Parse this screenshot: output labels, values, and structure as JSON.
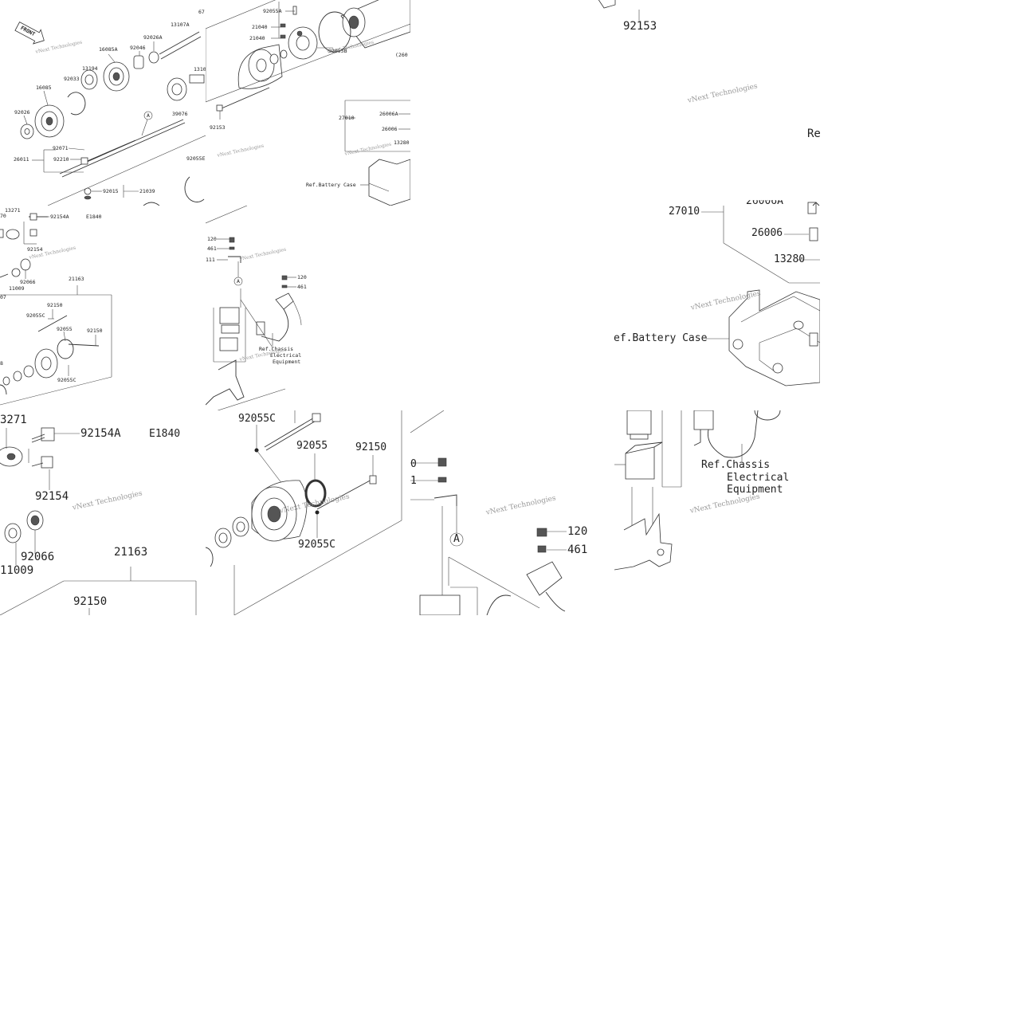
{
  "tiles": {
    "top_left": {
      "front_label": "FRONT",
      "callouts": [
        "13107A",
        "67",
        "92026A",
        "92046",
        "16085A",
        "13194",
        "92033",
        "16085",
        "92026",
        "92071",
        "92210",
        "26011",
        "39076",
        "1310",
        "92055E",
        "92015",
        "21039"
      ],
      "circle_a": "A",
      "watermark": "vNext Technologies"
    },
    "top_center": {
      "callouts": [
        "92055A",
        "21040",
        "21040",
        "92055B",
        "(260",
        "92153",
        "26006A",
        "27010",
        "26006",
        "13280",
        "Ref.Battery Case"
      ]
    },
    "top_right": {
      "callouts": [
        "92153",
        "Re",
        "27010",
        "26006A",
        "26006",
        "13280",
        "ef.Battery Case"
      ],
      "watermark": "vNext Technologies"
    },
    "mid_left": {
      "callouts": [
        "70",
        "13271",
        "92154A",
        "E1840",
        "92154",
        "92066",
        "11009",
        "07",
        "21163",
        "92150",
        "92055C",
        "92055",
        "92150",
        "92055C",
        "8"
      ]
    },
    "mid_center": {
      "callouts": [
        "120",
        "461",
        "111",
        "A",
        "120",
        "461",
        "Ref.Chassis",
        "Electrical",
        "Equipment"
      ]
    },
    "bottom_left": {
      "callouts": [
        "3271",
        "92154A",
        "E1840",
        "92154",
        "92066",
        "11009",
        "21163",
        "92150"
      ],
      "watermark": "vNext Technologies"
    },
    "bottom_center": {
      "callouts": [
        "92055C",
        "92055",
        "92150",
        "92055C"
      ],
      "watermark": "vNext Technologies"
    },
    "bottom_mid": {
      "callouts": [
        "0",
        "1",
        "A",
        "120",
        "461"
      ],
      "watermark": "vNext Technologies"
    },
    "bottom_right": {
      "callouts": [
        "Ref.Chassis",
        "Electrical",
        "Equipment"
      ],
      "watermark": "vNext Technologies"
    }
  }
}
